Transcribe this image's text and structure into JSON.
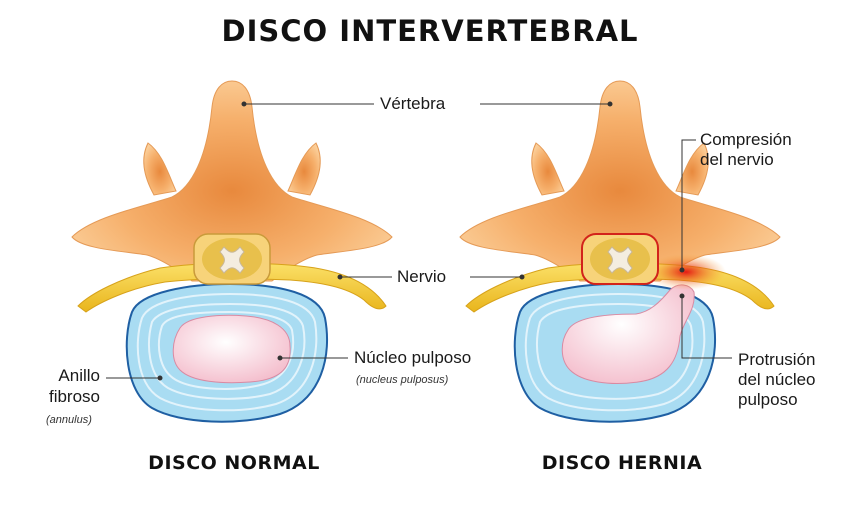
{
  "title": "DISCO INTERVERTEBRAL",
  "labels": {
    "vertebra": "Vértebra",
    "nervio": "Nervio",
    "nucleo": "Núcleo pulposo",
    "nucleo_latin": "(nucleus pulposus)",
    "anillo_line1": "Anillo",
    "anillo_line2": "fibroso",
    "anillo_latin": "(annulus)",
    "compresion_line1": "Compresión",
    "compresion_line2": "del nervio",
    "protrusion_line1": "Protrusión",
    "protrusion_line2": "del núcleo",
    "protrusion_line3": "pulposo"
  },
  "captions": {
    "normal": "DISCO NORMAL",
    "hernia": "DISCO HERNIA"
  },
  "colors": {
    "bone": "#f7b877",
    "bone_dark": "#e58a3c",
    "nerve": "#f4cc2e",
    "annulus": "#a9dcf2",
    "annulus_edge": "#1f5fa3",
    "nucleus": "#f7c6d2",
    "compression": "#e8231b"
  }
}
